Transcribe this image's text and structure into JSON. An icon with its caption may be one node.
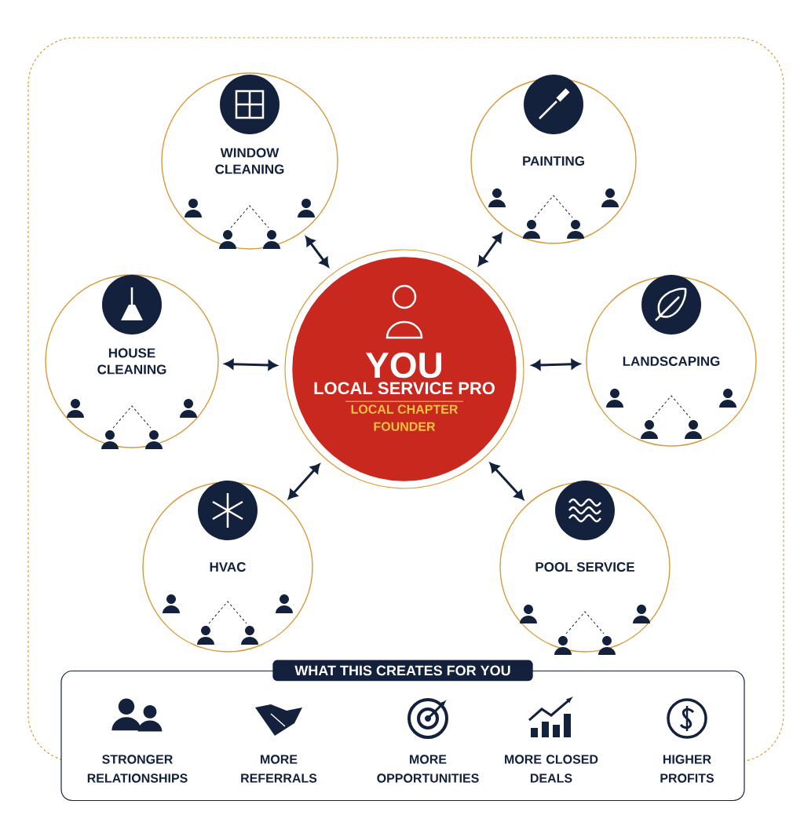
{
  "diagram": {
    "nodes": [
      {
        "text": [
          "YOU",
          "LOCAL SERVICE PRO",
          "LOCAL CHAPTER FOUNDER"
        ]
      },
      {
        "text": [
          "WINDOW CLEANING"
        ]
      },
      {
        "text": [
          "PAINTING"
        ]
      },
      {
        "text": [
          "HOUSE CLEANING"
        ]
      },
      {
        "text": [
          "LANDSCAPING"
        ]
      },
      {
        "text": [
          "HVAC"
        ]
      },
      {
        "text": [
          "POOL SERVICE"
        ]
      },
      {
        "text": [
          "WHAT THIS CREATES FOR YOU"
        ]
      }
    ],
    "edges": [
      {
        "from": 0,
        "to": 1,
        "arrow": "both"
      },
      {
        "from": 0,
        "to": 2,
        "arrow": "both"
      },
      {
        "from": 0,
        "to": 3,
        "arrow": "both"
      },
      {
        "from": 0,
        "to": 4,
        "arrow": "both"
      },
      {
        "from": 0,
        "to": 5,
        "arrow": "both"
      },
      {
        "from": 0,
        "to": 6,
        "arrow": "both"
      }
    ],
    "labels": [
      "STRONGER RELATIONSHIPS",
      "MORE REFERRALS",
      "MORE OPPORTUNITIES",
      "MORE CLOSED DEALS",
      "HIGHER PROFITS"
    ]
  }
}
